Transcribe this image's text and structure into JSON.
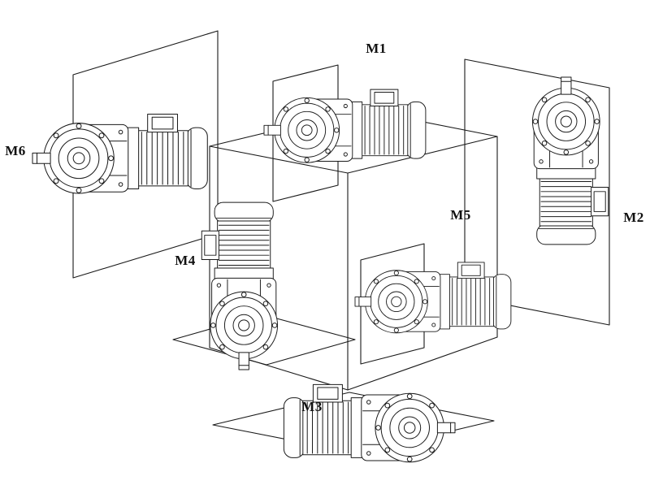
{
  "canvas": {
    "background": "#ffffff",
    "line_color": "#1a1a1a"
  },
  "positions": [
    {
      "id": "m1",
      "label": "M1"
    },
    {
      "id": "m2",
      "label": "M2"
    },
    {
      "id": "m3",
      "label": "M3"
    },
    {
      "id": "m4",
      "label": "M4"
    },
    {
      "id": "m5",
      "label": "M5"
    },
    {
      "id": "m6",
      "label": "M6"
    }
  ]
}
